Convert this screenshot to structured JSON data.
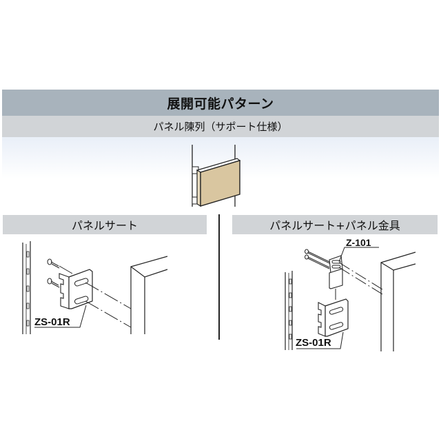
{
  "header": {
    "title": "展開可能パターン",
    "subtitle": "パネル陳列（サポート仕様）"
  },
  "sections": [
    {
      "title": "パネルサート",
      "parts": [
        "ZS-01R"
      ]
    },
    {
      "title": "パネルサート+パネル金具",
      "parts": [
        "Z-101",
        "ZS-01R"
      ]
    }
  ],
  "colors": {
    "header_bg": "#a8b3bc",
    "subheader_bg": "#d1d4d7",
    "panel_fill": "#d9c6a0"
  },
  "icons": [
    "panel-display-illustration",
    "panel-insert-bracket-diagram",
    "panel-insert-plus-fitting-diagram"
  ]
}
